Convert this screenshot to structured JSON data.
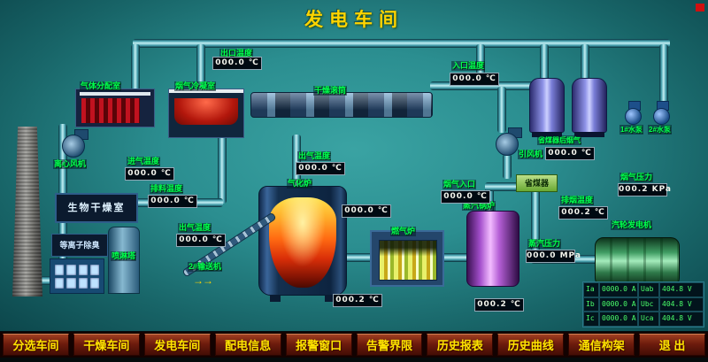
{
  "title": "发电车间",
  "menu": [
    "分选车间",
    "干燥车间",
    "发电车间",
    "配电信息",
    "报警窗口",
    "告警界限",
    "历史报表",
    "历史曲线",
    "通信构架",
    "退 出"
  ],
  "equipment": {
    "gas_distribution": "气体分配室",
    "condenser": "烟气冷凝室",
    "drying_drum": "干燥滚筒",
    "centrifugal_fan": "离心风机",
    "bio_drying_room": "生物干燥室",
    "plasma_deodorizer": "等离子除臭",
    "spray_tower": "喷淋塔",
    "gasifier": "气化炉",
    "conveyor": "2#输送机",
    "gas_furnace": "燃气炉",
    "steam_boiler": "蒸汽锅炉",
    "economizer": "省煤器",
    "induced_fan": "引风机",
    "turbine_generator": "汽轮发电机",
    "pump1": "1#水泵",
    "pump2": "2#水泵"
  },
  "sensors": {
    "outlet_temp_top": {
      "label": "出口温度",
      "value": "000.0 ℃"
    },
    "inlet_temp": {
      "label": "入口温度",
      "value": "000.0 ℃"
    },
    "intake_temp": {
      "label": "进气温度",
      "value": "000.0 ℃"
    },
    "discharge_temp": {
      "label": "排料温度",
      "value": "000.0 ℃"
    },
    "outgas_temp_left": {
      "label": "出气温度",
      "value": "000.0 ℃"
    },
    "outgas_temp_gasifier": {
      "label": "出气温度",
      "value": "000.0 ℃"
    },
    "fluegas_inlet_temp": {
      "label": "烟气入口",
      "value": "000.0 ℃"
    },
    "economizer_outlet_temp": {
      "label": "省煤器后烟气",
      "value": "000.0 ℃"
    },
    "exhaust_temp": {
      "label": "排烟温度",
      "value": "000.2 ℃"
    },
    "fluegas_pressure": {
      "label": "烟气压力",
      "value": "000.2 KPa"
    },
    "steam_pressure": {
      "label": "蒸汽压力",
      "value": "000.0 MPa"
    },
    "gas_furnace_temp": {
      "value": "000.0 ℃"
    },
    "gas_furnace_bottom_temp": {
      "value": "000.2 ℃"
    },
    "boiler_bottom_temp": {
      "value": "000.2 ℃"
    }
  },
  "conveyor_arrows": "→→",
  "generator_panel": {
    "rows": [
      [
        "Ia",
        "0000.0 A",
        "Uab",
        "404.8 V"
      ],
      [
        "Ib",
        "0000.0 A",
        "Ubc",
        "404.8 V"
      ],
      [
        "Ic",
        "0000.0 A",
        "Uca",
        "404.8 V"
      ]
    ]
  },
  "colors": {
    "label_green": "#00ff4c",
    "title_yellow": "#ffd400",
    "menu_text": "#ffe400",
    "display_text": "#f4f4ec",
    "pipe_highlight": "#c2eff3"
  }
}
